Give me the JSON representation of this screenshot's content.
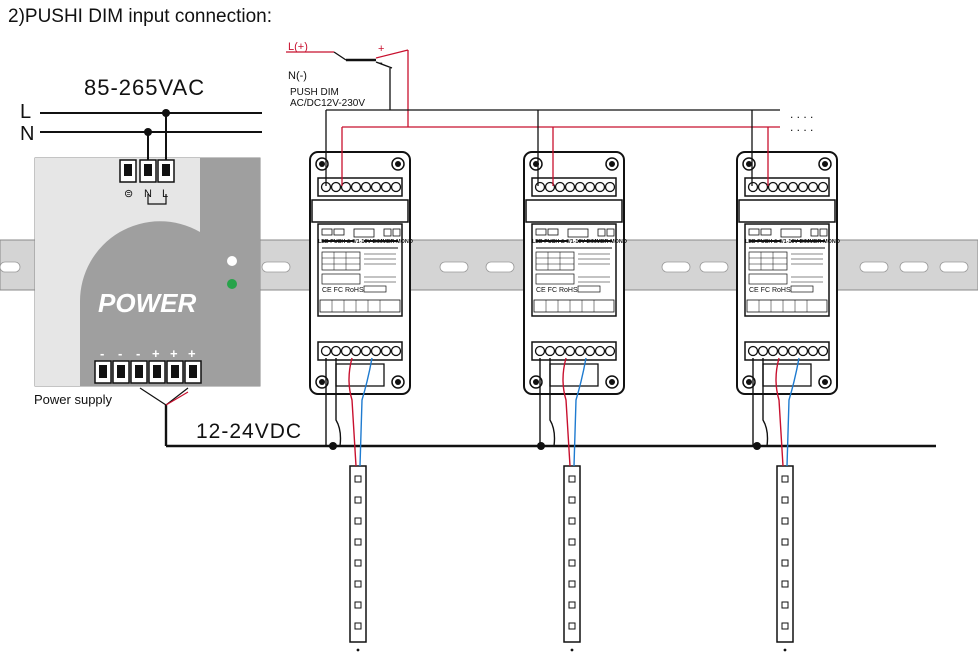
{
  "title": "2)PUSHI DIM input connection:",
  "mains": {
    "voltage": "85-265VAC",
    "line_l": "L",
    "line_n": "N"
  },
  "push_dim": {
    "l_label": "L(+)",
    "n_label": "N(-)",
    "name": "PUSH DIM",
    "range": "AC/DC12V-230V",
    "plus": "+",
    "minus": "-"
  },
  "power_supply": {
    "brand": "POWER",
    "label": "Power supply",
    "ac_terms": [
      "⊜",
      "N",
      "L"
    ],
    "dc_terms": [
      "-",
      "-",
      "-",
      "+",
      "+",
      "+"
    ]
  },
  "dc_bus": {
    "voltage": "12-24VDC"
  },
  "dimmer": {
    "title": "LED PUSH & 0/1-10V DIMMER-MONO",
    "cert": "CE FC RoHS",
    "count": 3
  },
  "continuation": ". . . ."
}
